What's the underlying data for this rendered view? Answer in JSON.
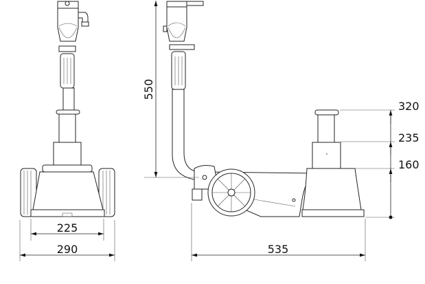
{
  "dimensions": {
    "front_inner_width": "225",
    "front_overall_width": "290",
    "side_length": "535",
    "handle_height": "550",
    "height_max": "320",
    "height_mid": "235",
    "height_min": "160"
  },
  "colors": {
    "line": "#222222",
    "background": "#ffffff"
  }
}
